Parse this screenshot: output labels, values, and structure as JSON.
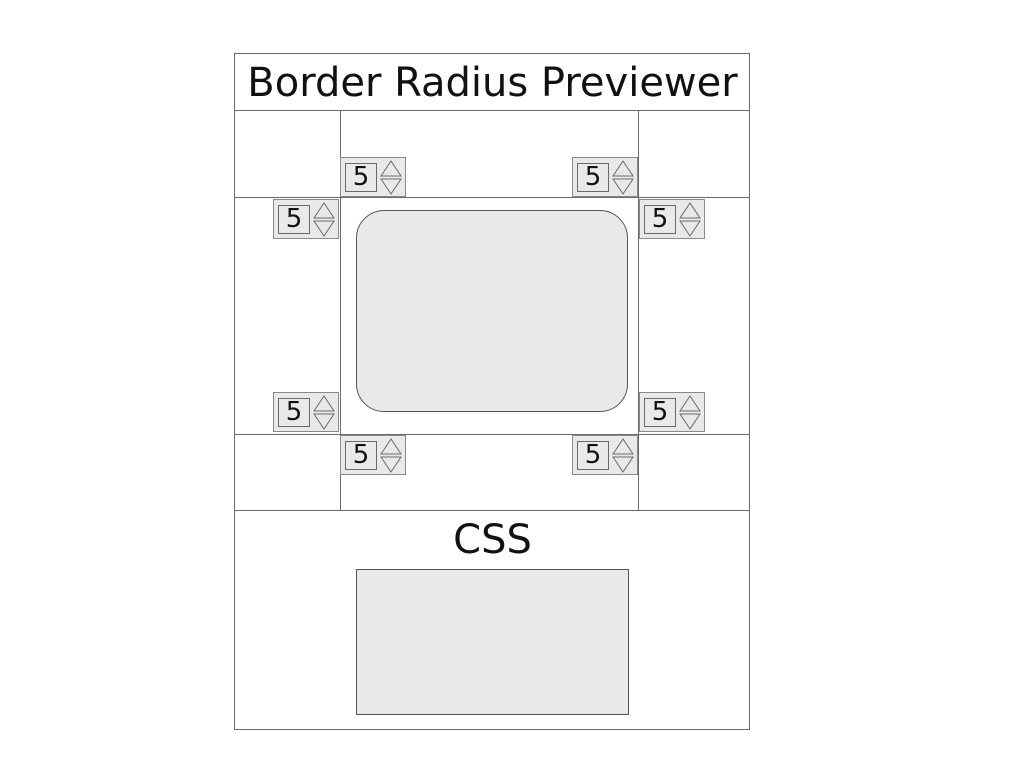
{
  "app": {
    "title": "Border Radius Previewer"
  },
  "corners": {
    "top_left_horizontal": "5",
    "top_left_vertical": "5",
    "top_right_horizontal": "5",
    "top_right_vertical": "5",
    "bottom_left_vertical": "5",
    "bottom_left_horizontal": "5",
    "bottom_right_vertical": "5",
    "bottom_right_horizontal": "5"
  },
  "css_section": {
    "heading": "CSS",
    "output": ""
  },
  "colors": {
    "box_fill": "#e9e9e9",
    "border": "#555555"
  }
}
